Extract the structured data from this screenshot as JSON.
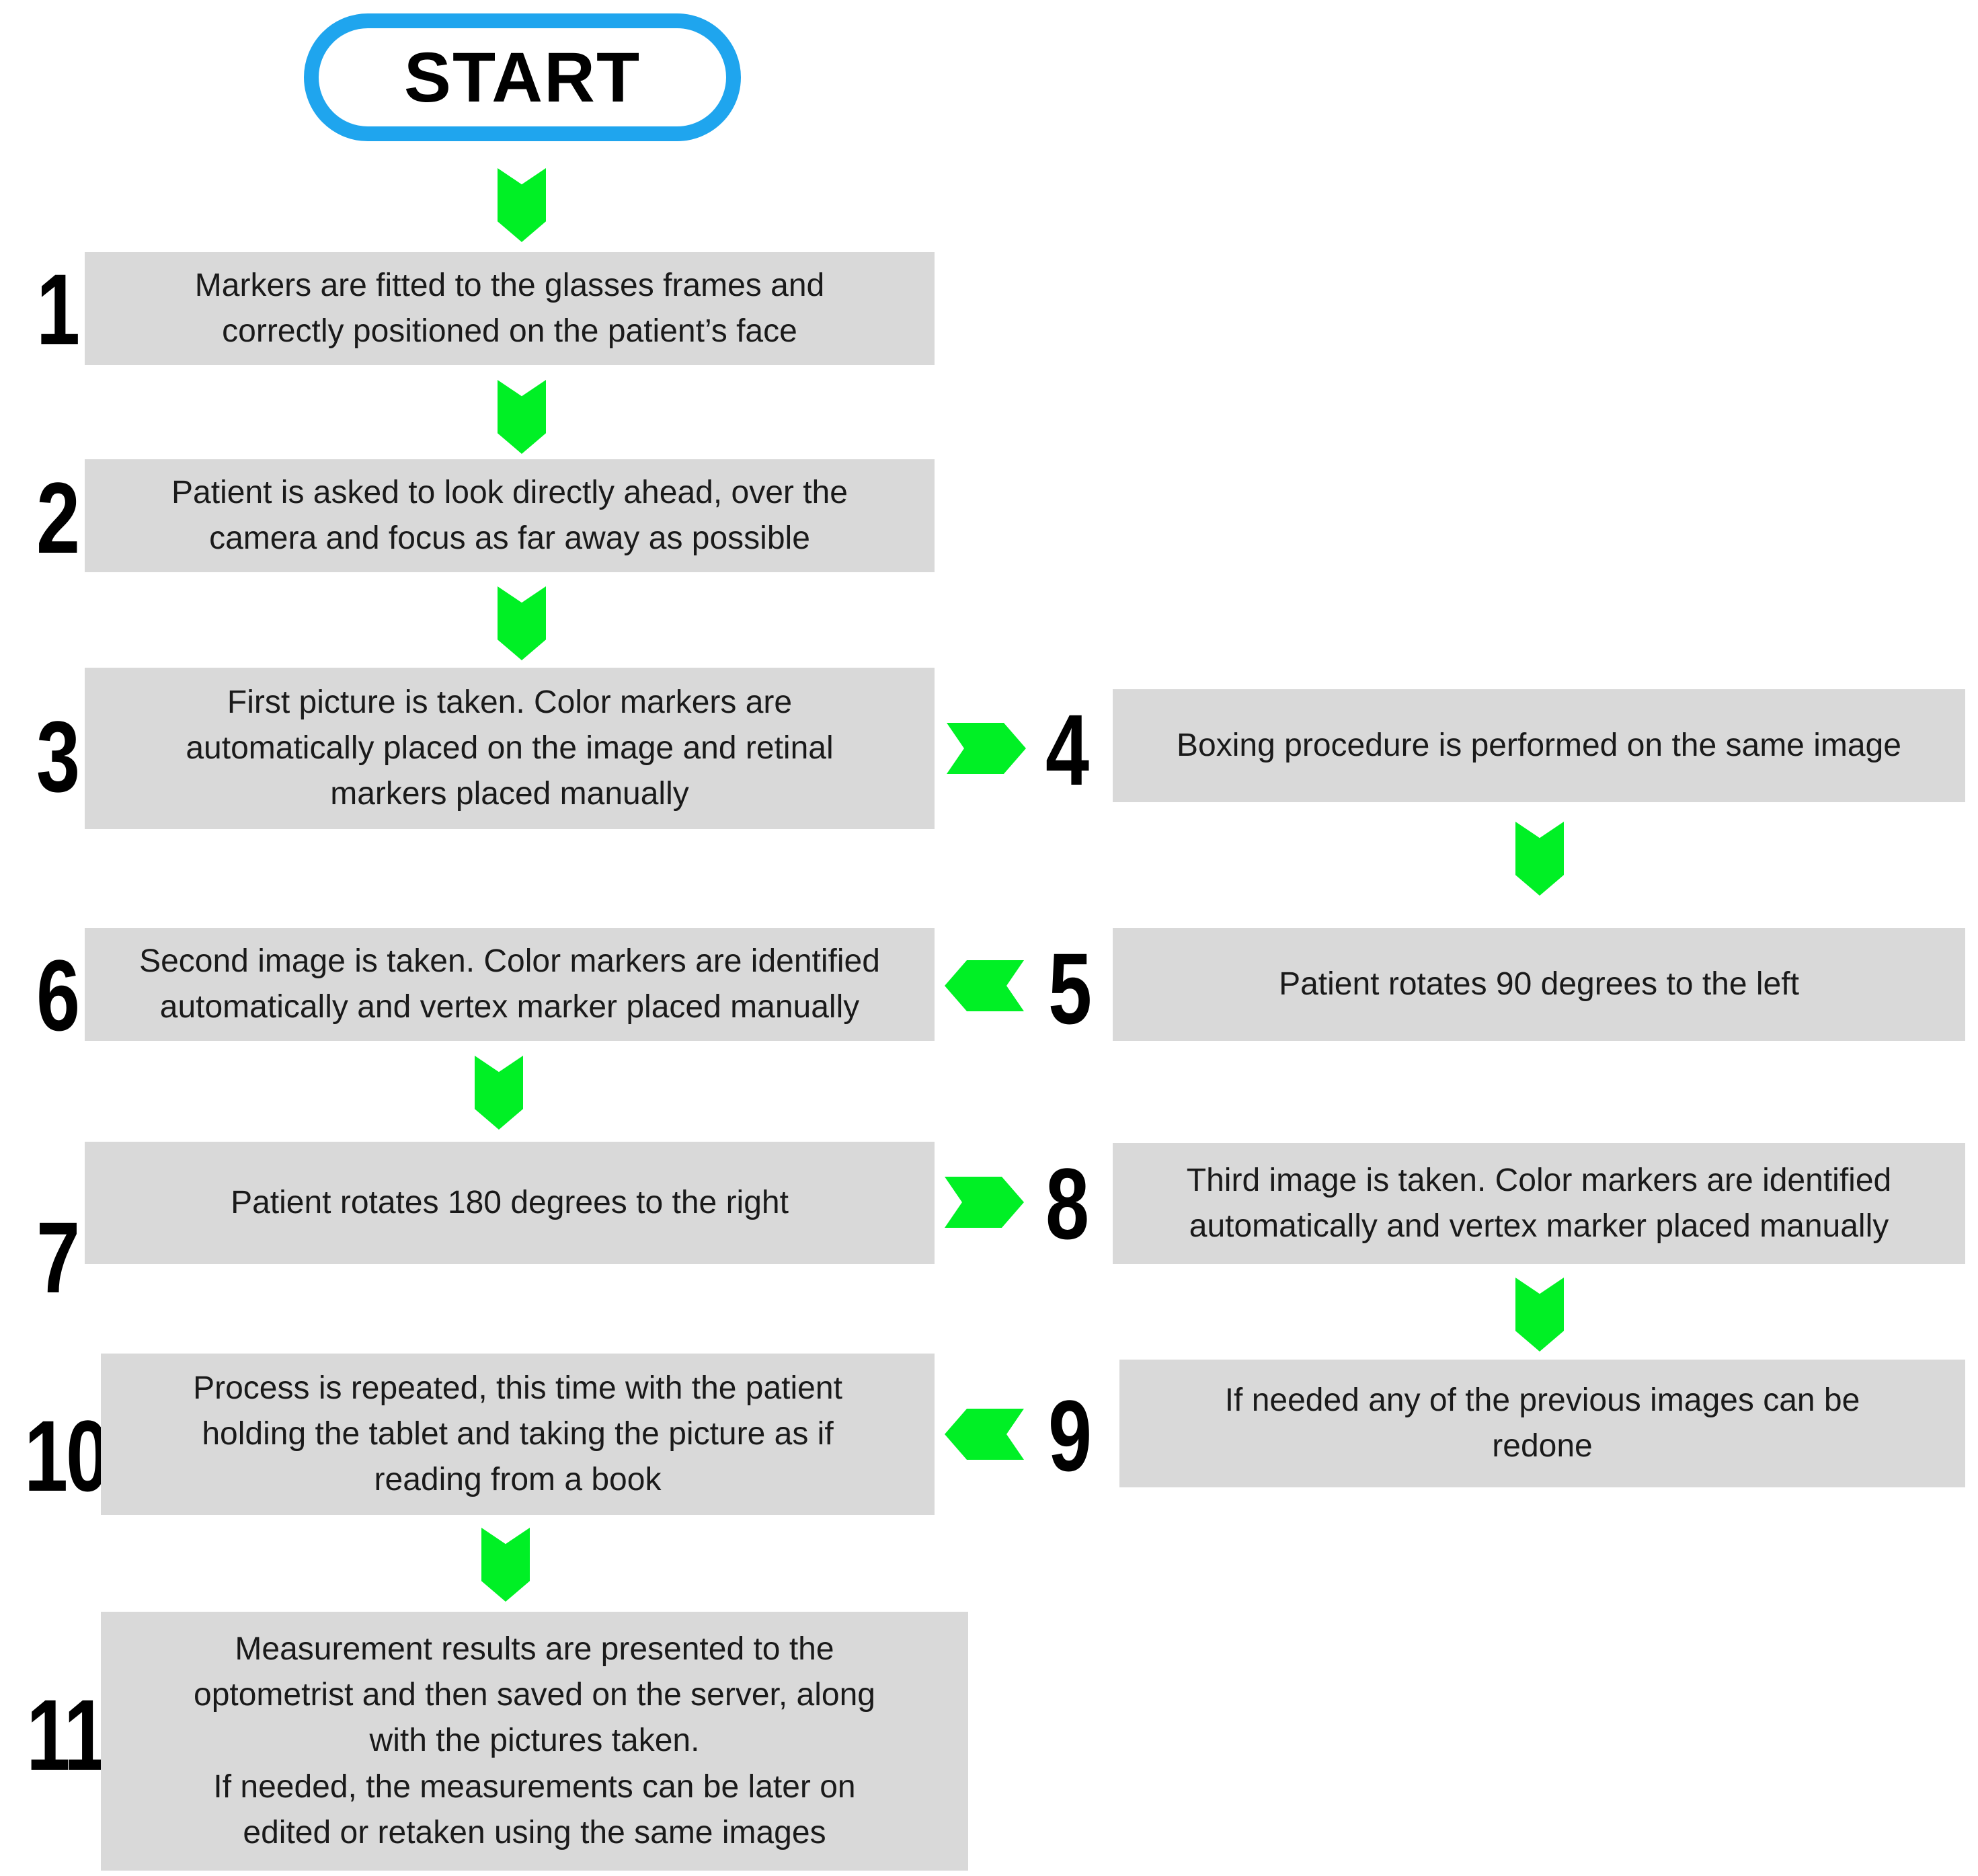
{
  "diagram": {
    "title_node": {
      "label": "START",
      "border_color": "#1fa5ee"
    },
    "palette": {
      "box_fill": "#d9d9d9",
      "arrow_green": "#00f025",
      "start_blue": "#1fa5ee",
      "text_black": "#1a1a1a"
    },
    "steps": [
      {
        "number": "1",
        "text": "Markers are fitted to the glasses frames and\ncorrectly positioned on the patient’s face"
      },
      {
        "number": "2",
        "text": "Patient is asked to look directly ahead, over the\ncamera and focus as far away as possible"
      },
      {
        "number": "3",
        "text": "First picture is taken. Color markers are\nautomatically placed on the image and retinal\nmarkers placed manually"
      },
      {
        "number": "4",
        "text": "Boxing procedure is performed on the same image"
      },
      {
        "number": "5",
        "text": "Patient rotates 90 degrees to the left"
      },
      {
        "number": "6",
        "text": "Second image is taken. Color markers are identified\nautomatically and vertex marker placed manually"
      },
      {
        "number": "7",
        "text": "Patient rotates 180 degrees to the right"
      },
      {
        "number": "8",
        "text": "Third image is taken. Color markers are identified\nautomatically and vertex marker placed manually"
      },
      {
        "number": "9",
        "text": "If needed any of the previous images can be\nredone"
      },
      {
        "number": "10",
        "text": "Process is repeated, this time with the patient\nholding the tablet and taking the picture as if\nreading from a book"
      },
      {
        "number": "11",
        "text": "Measurement results are presented to the\noptometrist and then saved on the server, along\nwith the pictures taken.\nIf needed, the measurements can be later on\nedited or retaken using the same images"
      }
    ],
    "connectors": [
      {
        "id": "start-to-1",
        "direction": "down"
      },
      {
        "id": "1-to-2",
        "direction": "down"
      },
      {
        "id": "2-to-3",
        "direction": "down"
      },
      {
        "id": "3-to-4",
        "direction": "right"
      },
      {
        "id": "4-to-5",
        "direction": "down"
      },
      {
        "id": "5-to-6",
        "direction": "left"
      },
      {
        "id": "6-to-7",
        "direction": "down"
      },
      {
        "id": "7-to-8",
        "direction": "right"
      },
      {
        "id": "8-to-9",
        "direction": "down"
      },
      {
        "id": "9-to-10",
        "direction": "left"
      },
      {
        "id": "10-to-11",
        "direction": "down"
      }
    ]
  }
}
